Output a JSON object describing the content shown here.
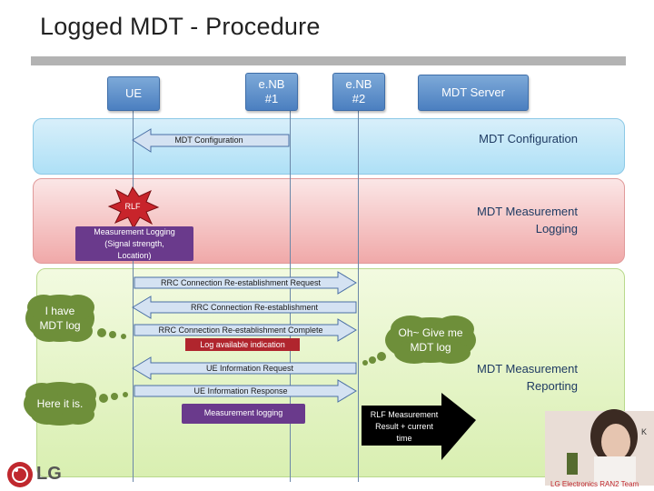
{
  "title": "Logged MDT - Procedure",
  "entities": {
    "ue": "UE",
    "enb1": "e.NB\n#1",
    "enb2": "e.NB\n#2",
    "mdt_server": "MDT Server"
  },
  "bands": {
    "configuration": "MDT Configuration",
    "logging": "MDT Measurement\nLogging",
    "reporting": "MDT Measurement\nReporting"
  },
  "messages": {
    "mdt_config": "MDT Configuration",
    "rlf": "RLF",
    "measurement_logging": "Measurement Logging\n(Signal strength,\nLocation)",
    "rrc_request": "RRC Connection Re-establishment Request",
    "rrc_reestablishment": "RRC Connection Re-establishment",
    "rrc_complete": "RRC Connection Re-establishment Complete",
    "log_available": "Log  available indication",
    "ue_info_request": "UE Information Request",
    "ue_info_response": "UE Information Response",
    "measurement_logging_resp": "Measurement logging"
  },
  "clouds": {
    "have_log": "I have\nMDT log",
    "give_me": "Oh~ Give me\nMDT log",
    "here": "Here it is."
  },
  "note": "RLF Measurement\nResult + current\ntime",
  "logo": "LG",
  "footer": "LG Electronics RAN2 Team",
  "photo_caption": "K",
  "colors": {
    "header": "#4b7fc0",
    "arrow_fill": "#d4e2f2",
    "arrow_stroke": "#4a6fa5",
    "highlight": "#b0252d",
    "purple": "#6a3a8c",
    "cloud": "#6e8f3a"
  }
}
